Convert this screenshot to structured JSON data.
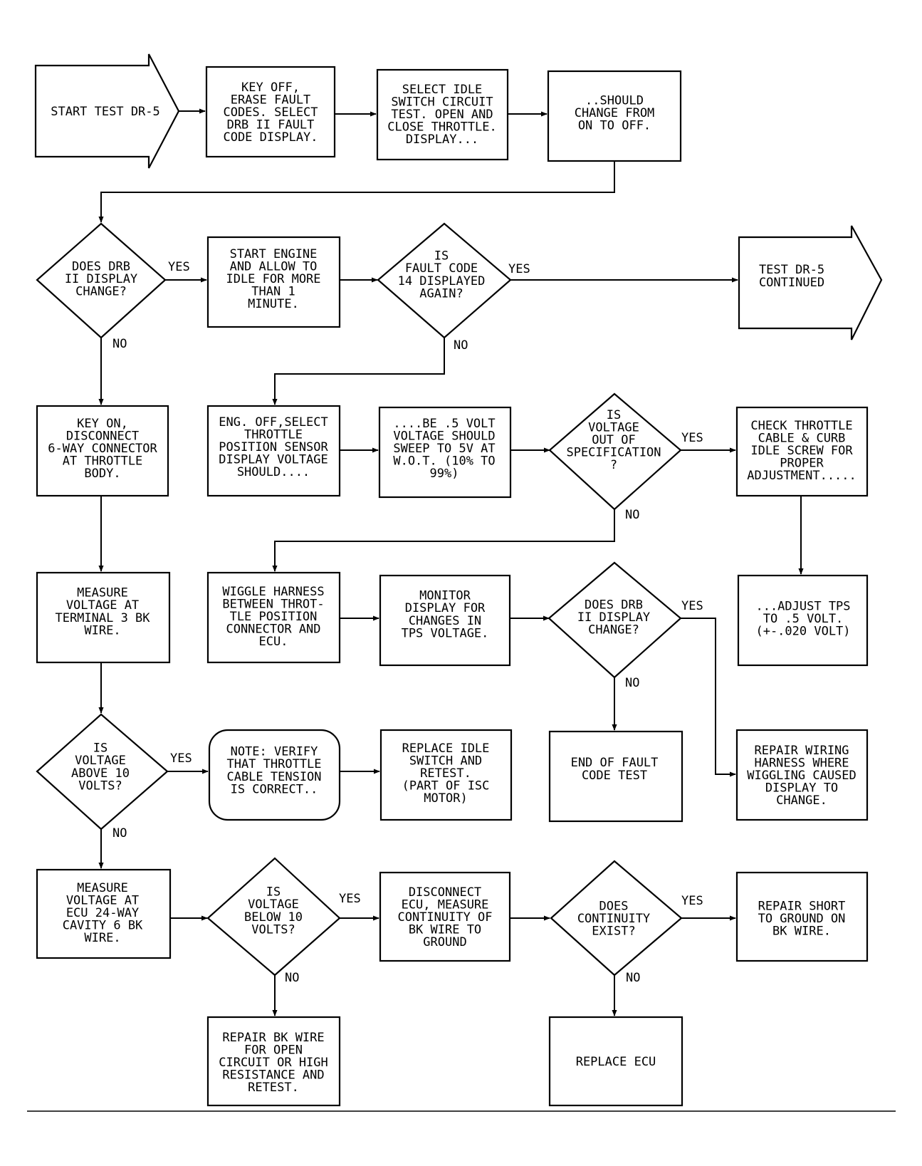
{
  "nodes": {
    "start_test": "START TEST DR-5",
    "key_off": "KEY OFF,\nERASE FAULT\nCODES. SELECT\nDRB II FAULT\nCODE DISPLAY.",
    "select_idle": "SELECT IDLE\nSWITCH CIRCUIT\nTEST. OPEN AND\nCLOSE THROTTLE.\nDISPLAY...",
    "should_change": "..SHOULD\nCHANGE FROM\nON TO OFF.",
    "does_drb_1": "DOES DRB\nII DISPLAY\nCHANGE?",
    "start_engine": "START ENGINE\nAND ALLOW TO\nIDLE FOR MORE\nTHAN 1\nMINUTE.",
    "is_fault_14": "IS\nFAULT CODE\n14 DISPLAYED\nAGAIN?",
    "test_continued": "TEST DR-5\nCONTINUED",
    "key_on": "KEY ON,\nDISCONNECT\n6-WAY CONNECTOR\nAT THROTTLE\nBODY.",
    "eng_off": "ENG. OFF,SELECT\nTHROTTLE\nPOSITION SENSOR\nDISPLAY VOLTAGE\nSHOULD....",
    "be_5_volt": "....BE .5 VOLT\nVOLTAGE SHOULD\nSWEEP TO 5V AT\nW.O.T. (10% TO\n99%)",
    "is_voltage_spec": "IS\nVOLTAGE\nOUT OF\nSPECIFICATION\n?",
    "check_throttle": "CHECK THROTTLE\nCABLE & CURB\nIDLE SCREW FOR\nPROPER\nADJUSTMENT.....",
    "measure_term3": "MEASURE\nVOLTAGE AT\nTERMINAL 3 BK\nWIRE.",
    "wiggle": "WIGGLE HARNESS\nBETWEEN THROT-\nTLE POSITION\nCONNECTOR AND\nECU.",
    "monitor": "MONITOR\nDISPLAY FOR\nCHANGES IN\nTPS VOLTAGE.",
    "does_drb_2": "DOES DRB\nII DISPLAY\nCHANGE?",
    "adjust_tps": "...ADJUST TPS\nTO .5 VOLT.\n(+-.020 VOLT)",
    "is_above_10": "IS\nVOLTAGE\nABOVE 10\nVOLTS?",
    "note_verify": "NOTE: VERIFY\nTHAT THROTTLE\nCABLE TENSION\nIS CORRECT..",
    "replace_idle": "REPLACE IDLE\nSWITCH AND\nRETEST.\n(PART OF ISC\nMOTOR)",
    "end_fault": "END OF FAULT\nCODE TEST",
    "repair_wiring": "REPAIR WIRING\nHARNESS WHERE\nWIGGLING CAUSED\nDISPLAY TO\nCHANGE.",
    "measure_ecu": "MEASURE\nVOLTAGE AT\nECU 24-WAY\nCAVITY 6 BK\nWIRE.",
    "is_below_10": "IS\nVOLTAGE\nBELOW 10\nVOLTS?",
    "disconnect_ecu": "DISCONNECT\nECU, MEASURE\nCONTINUITY OF\nBK WIRE TO\nGROUND",
    "does_continuity": "DOES\nCONTINUITY\nEXIST?",
    "repair_short": "REPAIR SHORT\nTO GROUND ON\nBK WIRE.",
    "repair_bk": "REPAIR BK WIRE\nFOR OPEN\nCIRCUIT OR HIGH\nRESISTANCE AND\nRETEST.",
    "replace_ecu": "REPLACE ECU"
  },
  "edge_labels": {
    "yes_drb1": "YES",
    "no_drb1": "NO",
    "yes_fault14": "YES",
    "no_fault14": "NO",
    "yes_spec": "YES",
    "no_spec": "NO",
    "yes_drb2": "YES",
    "no_drb2": "NO",
    "yes_above10": "YES",
    "no_above10": "NO",
    "yes_below10": "YES",
    "no_below10": "NO",
    "yes_continuity": "YES",
    "no_continuity": "NO"
  }
}
